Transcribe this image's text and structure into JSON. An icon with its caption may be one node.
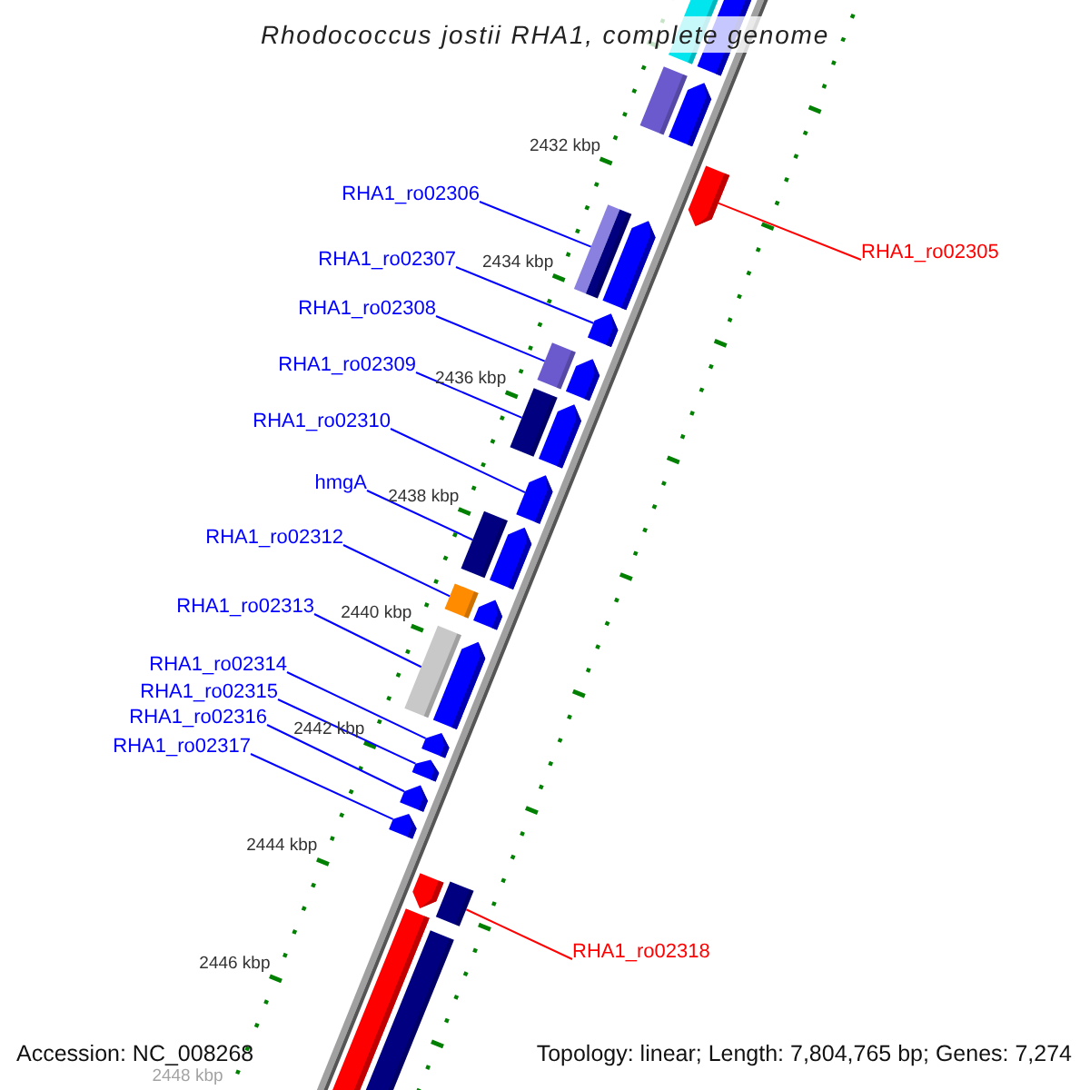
{
  "diagram": {
    "title": "Rhodococcus jostii RHA1, complete genome",
    "nodes": [
      {
        "text": [
          "RHA1_ro02306"
        ]
      },
      {
        "text": [],
        "shape": "arrow"
      },
      {
        "text": [
          "RHA1_ro02305"
        ]
      },
      {
        "text": [],
        "shape": "arrow"
      },
      {
        "text": [
          "RHA1_ro02307"
        ]
      },
      {
        "text": [],
        "shape": "arrow"
      },
      {
        "text": [
          "RHA1_ro02308"
        ]
      },
      {
        "text": [],
        "shape": "arrow"
      },
      {
        "text": [
          "RHA1_ro02309"
        ]
      },
      {
        "text": [],
        "shape": "arrow"
      },
      {
        "text": [
          "RHA1_ro02310"
        ]
      },
      {
        "text": [],
        "shape": "arrow"
      },
      {
        "text": [
          "hmgA"
        ]
      },
      {
        "text": [],
        "shape": "arrow"
      },
      {
        "text": [
          "RHA1_ro02312"
        ]
      },
      {
        "text": [],
        "shape": "arrow"
      },
      {
        "text": [
          "RHA1_ro02313"
        ]
      },
      {
        "text": [],
        "shape": "arrow"
      },
      {
        "text": [
          "RHA1_ro02314"
        ]
      },
      {
        "text": [],
        "shape": "arrow"
      },
      {
        "text": [
          "RHA1_ro02315"
        ]
      },
      {
        "text": [],
        "shape": "arrow"
      },
      {
        "text": [
          "RHA1_ro02316"
        ]
      },
      {
        "text": [],
        "shape": "arrow"
      },
      {
        "text": [
          "RHA1_ro02317"
        ]
      },
      {
        "text": [],
        "shape": "arrow"
      },
      {
        "text": [
          "RHA1_ro02318"
        ]
      },
      {
        "text": [],
        "shape": "arrow"
      }
    ],
    "edges": [
      {
        "from": 0,
        "to": 1,
        "arrow": "none"
      },
      {
        "from": 2,
        "to": 3,
        "arrow": "none",
        "color": "#ff0000"
      },
      {
        "from": 4,
        "to": 5,
        "arrow": "none"
      },
      {
        "from": 6,
        "to": 7,
        "arrow": "none"
      },
      {
        "from": 8,
        "to": 9,
        "arrow": "none"
      },
      {
        "from": 10,
        "to": 11,
        "arrow": "none"
      },
      {
        "from": 12,
        "to": 13,
        "arrow": "none"
      },
      {
        "from": 14,
        "to": 15,
        "arrow": "none"
      },
      {
        "from": 16,
        "to": 17,
        "arrow": "none"
      },
      {
        "from": 18,
        "to": 19,
        "arrow": "none"
      },
      {
        "from": 20,
        "to": 21,
        "arrow": "none"
      },
      {
        "from": 22,
        "to": 23,
        "arrow": "none"
      },
      {
        "from": 24,
        "to": 25,
        "arrow": "none"
      },
      {
        "from": 26,
        "to": 27,
        "arrow": "none",
        "color": "#ff0000"
      }
    ],
    "labels": [
      "2432 kbp",
      "2434 kbp",
      "2436 kbp",
      "2438 kbp",
      "2440 kbp",
      "2442 kbp",
      "2444 kbp",
      "2446 kbp",
      "2448 kbp",
      "Accession: NC_008268",
      "Topology: linear; Length: 7,804,765 bp; Genes: 7,274"
    ]
  }
}
